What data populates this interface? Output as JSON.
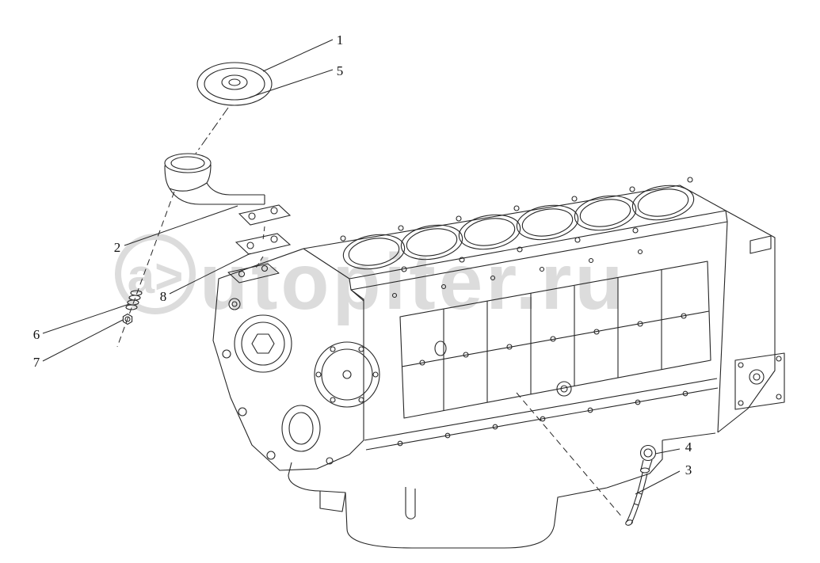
{
  "page": {
    "background_color": "#ffffff"
  },
  "watermark": {
    "logo_text": "a>",
    "brand_text": "utopiter.ru",
    "color": "#dcdcdc"
  },
  "callouts": {
    "c1": "1",
    "c2": "2",
    "c3": "3",
    "c4": "4",
    "c5": "5",
    "c6": "6",
    "c7": "7",
    "c8": "8"
  },
  "diagram": {
    "stroke_color": "#262626",
    "leader_dash": "8 5",
    "center_dash": "12 4 3 4"
  }
}
